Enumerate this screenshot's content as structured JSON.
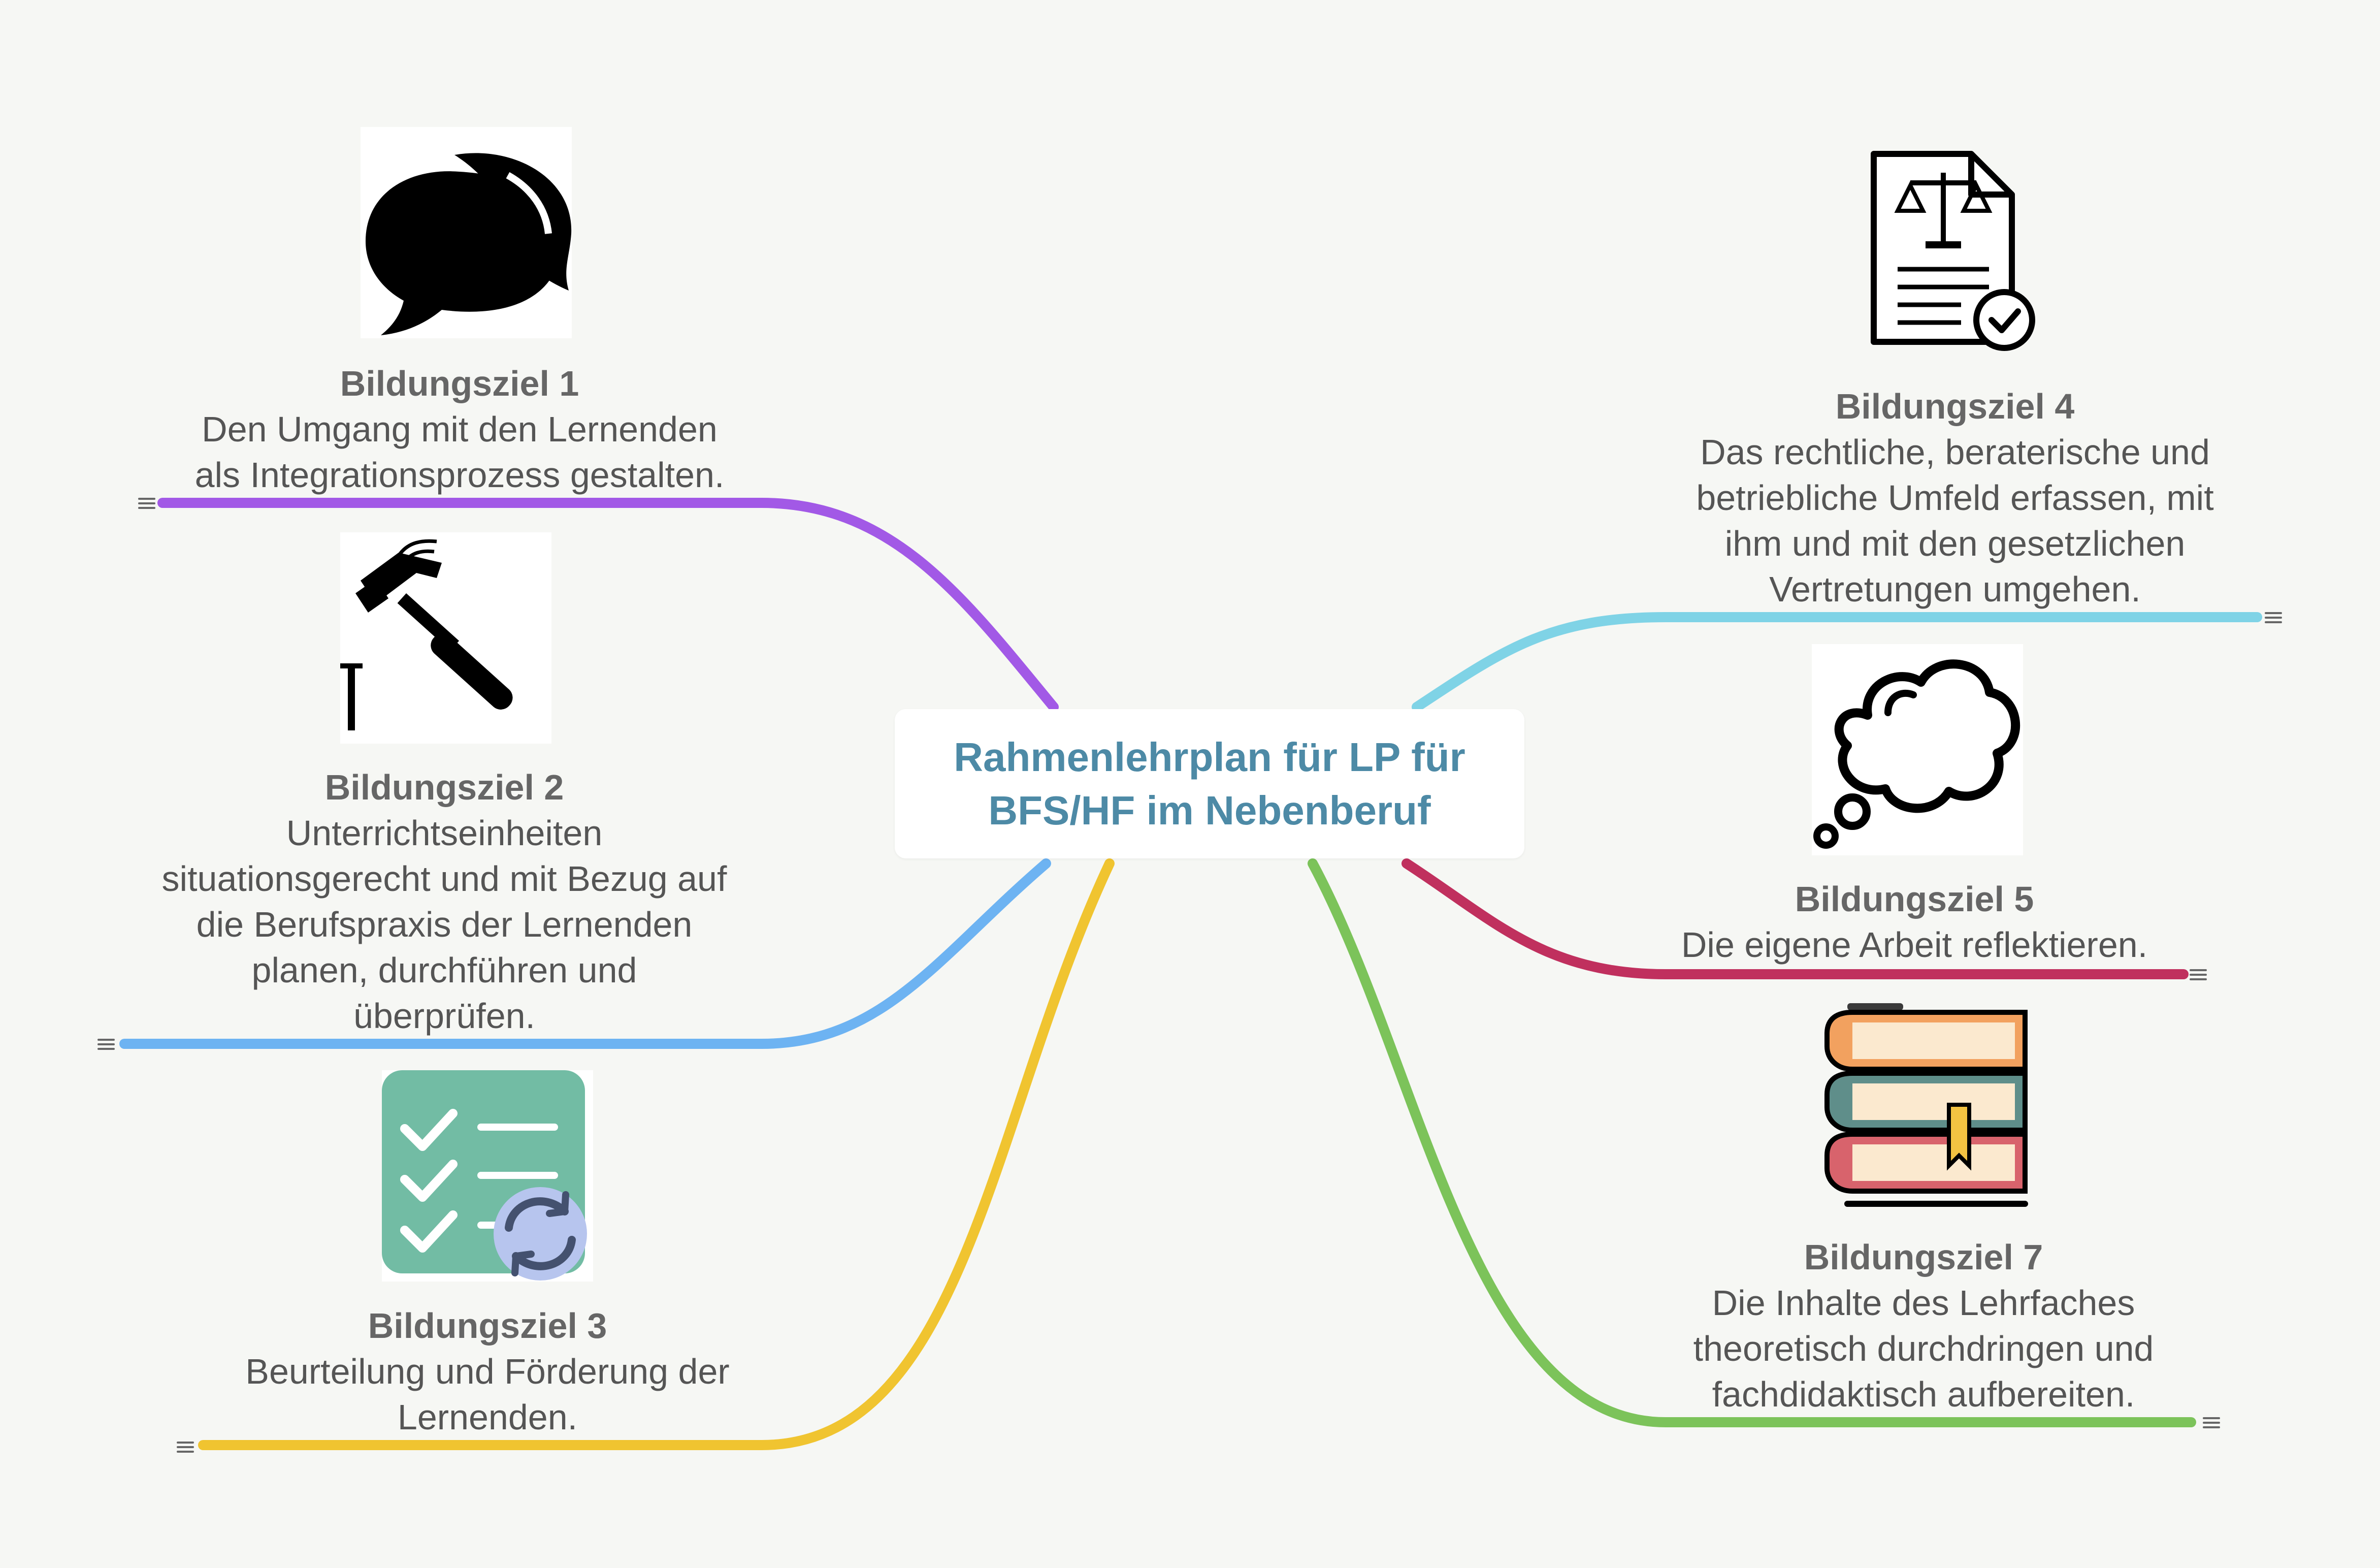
{
  "central_topic": {
    "line1": "Rahmenlehrplan für LP für",
    "line2": "BFS/HF im Nebenberuf"
  },
  "branches": [
    {
      "title": "Bildungsziel 1",
      "desc": [
        "Den Umgang mit den Lernenden",
        "als Integrationsprozess gestalten."
      ],
      "color": "#a259e6",
      "icon": "speech-bubbles-icon"
    },
    {
      "title": "Bildungsziel 2",
      "desc": [
        "Unterrichtseinheiten",
        "situationsgerecht und mit Bezug auf",
        "die Berufspraxis der Lernenden",
        "planen, durchführen und",
        "überprüfen."
      ],
      "color": "#6db3f2",
      "icon": "hammer-nail-icon"
    },
    {
      "title": "Bildungsziel 3",
      "desc": [
        "Beurteilung und Förderung der",
        "Lernenden."
      ],
      "color": "#f0c430",
      "icon": "checklist-refresh-icon"
    },
    {
      "title": "Bildungsziel 4",
      "desc": [
        "Das rechtliche, beraterische und",
        "betriebliche Umfeld erfassen, mit",
        "ihm und mit den gesetzlichen",
        "Vertretungen umgehen."
      ],
      "color": "#7fd3e6",
      "icon": "legal-document-icon"
    },
    {
      "title": "Bildungsziel 5",
      "desc": [
        "Die eigene Arbeit reflektieren."
      ],
      "color": "#c0305e",
      "icon": "thought-cloud-icon"
    },
    {
      "title": "Bildungsziel 7",
      "desc": [
        "Die Inhalte des Lehrfaches",
        "theoretisch durchdringen und",
        "fachdidaktisch aufbereiten."
      ],
      "color": "#7cc35a",
      "icon": "book-stack-icon"
    }
  ]
}
